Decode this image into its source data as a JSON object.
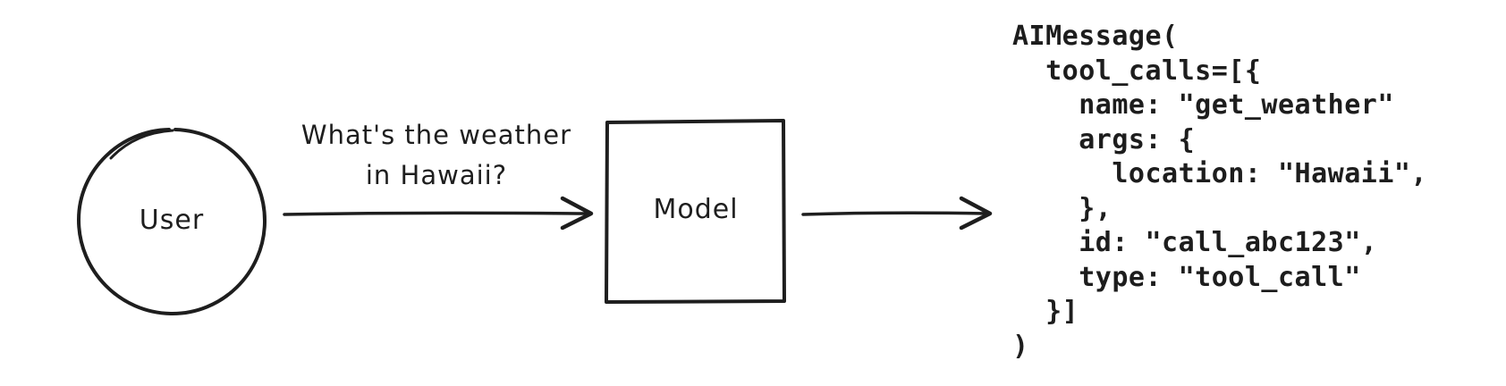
{
  "diagram": {
    "background_color": "#ffffff",
    "ink_color": "#1e1e1e",
    "user_node": {
      "shape": "circle",
      "label": "User"
    },
    "model_node": {
      "shape": "rectangle",
      "label": "Model"
    },
    "query": {
      "line1": "What's the weather",
      "line2": "in Hawaii?"
    },
    "arrows": {
      "user_to_model": "arrow-right",
      "model_to_output": "arrow-right"
    },
    "output_code": "AIMessage(\n  tool_calls=[{\n    name: \"get_weather\"\n    args: {\n      location: \"Hawaii\",\n    },\n    id: \"call_abc123\",\n    type: \"tool_call\"\n  }]\n)"
  }
}
